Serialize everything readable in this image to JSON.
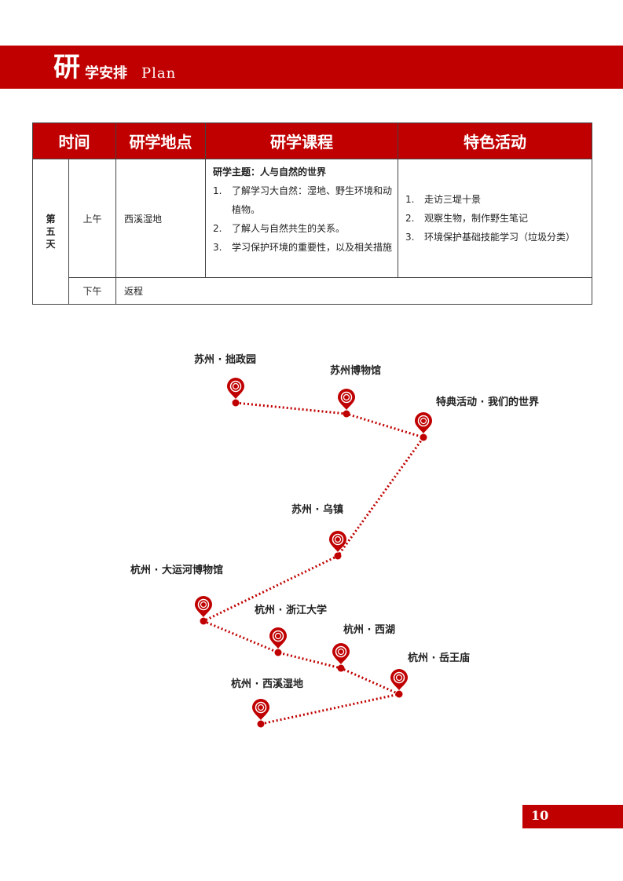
{
  "header": {
    "big_char": "研",
    "rest": "学安排",
    "plan": "Plan"
  },
  "table": {
    "headers": [
      "时间",
      "研学地点",
      "研学课程",
      "特色活动"
    ],
    "day": "第五天",
    "morning": {
      "period": "上午",
      "location": "西溪湿地",
      "course_topic": "研学主题：人与自然的世界",
      "course_items": [
        {
          "num": "1.",
          "text": "了解学习大自然：湿地、野生环境和动植物。"
        },
        {
          "num": "2.",
          "text": "了解人与自然共生的关系。"
        },
        {
          "num": "3.",
          "text": "学习保护环境的重要性，以及相关措施"
        }
      ],
      "activities": [
        {
          "num": "1.",
          "text": "走访三堤十景"
        },
        {
          "num": "2.",
          "text": "观察生物，制作野生笔记"
        },
        {
          "num": "3.",
          "text": "环境保护基础技能学习（垃圾分类）"
        }
      ]
    },
    "afternoon": {
      "period": "下午",
      "location": "返程"
    }
  },
  "route": {
    "color": "#c00000",
    "stops": [
      "苏州 · 拙政园",
      "苏州博物馆",
      "特典活动 · 我们的世界",
      "苏州 · 乌镇",
      "杭州 · 大运河博物馆",
      "杭州 · 浙江大学",
      "杭州 · 西湖",
      "杭州 · 岳王庙",
      "杭州 · 西溪湿地"
    ]
  },
  "page_number": "10"
}
